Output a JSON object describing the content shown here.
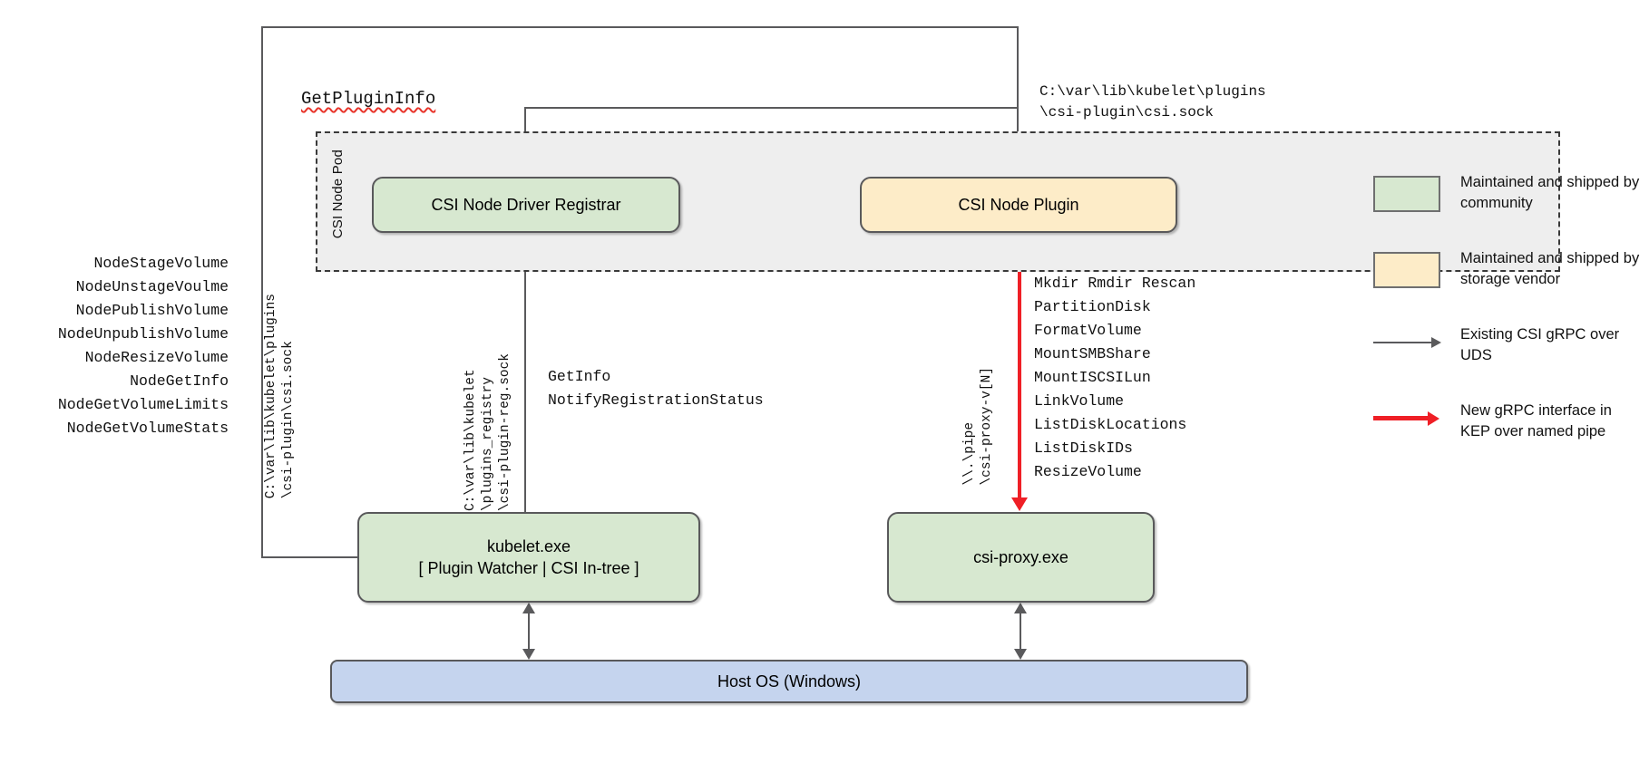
{
  "diagram": {
    "pod": {
      "label": "CSI Node Pod"
    },
    "nodes": {
      "registrar": "CSI Node Driver Registrar",
      "node_plugin": "CSI Node Plugin",
      "kubelet_line1": "kubelet.exe",
      "kubelet_line2": "[ Plugin Watcher | CSI In-tree ]",
      "csi_proxy": "csi-proxy.exe",
      "host_os": "Host OS (Windows)"
    },
    "labels": {
      "get_plugin_info": "GetPluginInfo",
      "csi_sock_path_top": "C:\\var\\lib\\kubelet\\plugins\n\\csi-plugin\\csi.sock",
      "registration_calls": "GetInfo\nNotifyRegistrationStatus",
      "vertical_csi_sock": "C:\\var\\lib\\kubelet\\plugins\n\\csi-plugin\\csi.sock",
      "vertical_reg_sock": "C:\\var\\lib\\kubelet\n\\plugins_registry\n\\csi-plugin-reg.sock",
      "vertical_named_pipe": "\\\\.\\pipe\n\\csi-proxy-v[N]"
    },
    "node_service_ops": [
      "NodeStageVolume",
      "NodeUnstageVoulme",
      "NodePublishVolume",
      "NodeUnpublishVolume",
      "NodeResizeVolume",
      "NodeGetInfo",
      "NodeGetVolumeLimits",
      "NodeGetVolumeStats"
    ],
    "csi_proxy_ops": [
      "Mkdir Rmdir Rescan",
      "PartitionDisk",
      "FormatVolume",
      "MountSMBShare",
      "MountISCSILun",
      "LinkVolume",
      "ListDiskLocations",
      "ListDiskIDs",
      "ResizeVolume"
    ],
    "legend": [
      {
        "kind": "swatch",
        "color": "#d7e8d0",
        "text": "Maintained and shipped by community"
      },
      {
        "kind": "swatch",
        "color": "#fdecc8",
        "text": "Maintained and shipped by storage vendor"
      },
      {
        "kind": "arrow",
        "color": "#5a5a5c",
        "text": "Existing CSI gRPC over UDS"
      },
      {
        "kind": "arrow",
        "color": "#ef1f26",
        "text": "New gRPC interface in KEP over named pipe"
      }
    ],
    "colors": {
      "community_green": "#d7e8d0",
      "vendor_yellow": "#fdecc8",
      "host_blue": "#c5d4ee",
      "pod_bg": "#eeeeee",
      "line_gray": "#5a5a5c",
      "new_red": "#ef1f26"
    }
  }
}
